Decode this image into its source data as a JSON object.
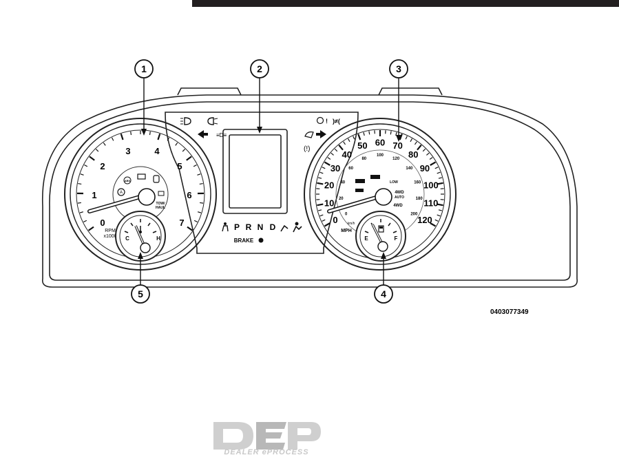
{
  "figure_id": "0403077349",
  "callouts": [
    "1",
    "2",
    "3",
    "4",
    "5"
  ],
  "tachometer": {
    "numbers": [
      "0",
      "1",
      "2",
      "3",
      "4",
      "5",
      "6",
      "7"
    ],
    "unit_line1": "RPM",
    "unit_line2": "x1000",
    "tow_haul_line1": "TOW/",
    "tow_haul_line2": "HAUL"
  },
  "temp_gauge": {
    "cold": "C",
    "hot": "H"
  },
  "speedometer": {
    "mph": [
      "0",
      "10",
      "20",
      "30",
      "40",
      "50",
      "60",
      "70",
      "80",
      "90",
      "100",
      "110",
      "120"
    ],
    "kmh": [
      "0",
      "20",
      "40",
      "60",
      "80",
      "100",
      "120",
      "140",
      "160",
      "180",
      "200"
    ],
    "mph_label": "MPH",
    "kmh_label": "km/h",
    "low_label": "LOW",
    "fourwd_auto_line1": "4WD",
    "fourwd_auto_line2": "AUTO",
    "fourwd_label": "4WD"
  },
  "fuel_gauge": {
    "empty": "E",
    "full": "F"
  },
  "gear_indicator": [
    "P",
    "R",
    "N",
    "D"
  ],
  "brake_label": "BRAKE",
  "watermark": {
    "logo_text": "DEP",
    "tagline": "DEALER ePROCESS"
  },
  "icons": [
    "headlamp-icon",
    "fog-lamp-icon",
    "turn-left-icon",
    "turn-right-icon",
    "abs-icon",
    "check-engine-icon",
    "traction-control-icon",
    "seatbelt-icon",
    "airbag-icon",
    "tire-pressure-icon",
    "fuel-icon",
    "coolant-icon"
  ]
}
